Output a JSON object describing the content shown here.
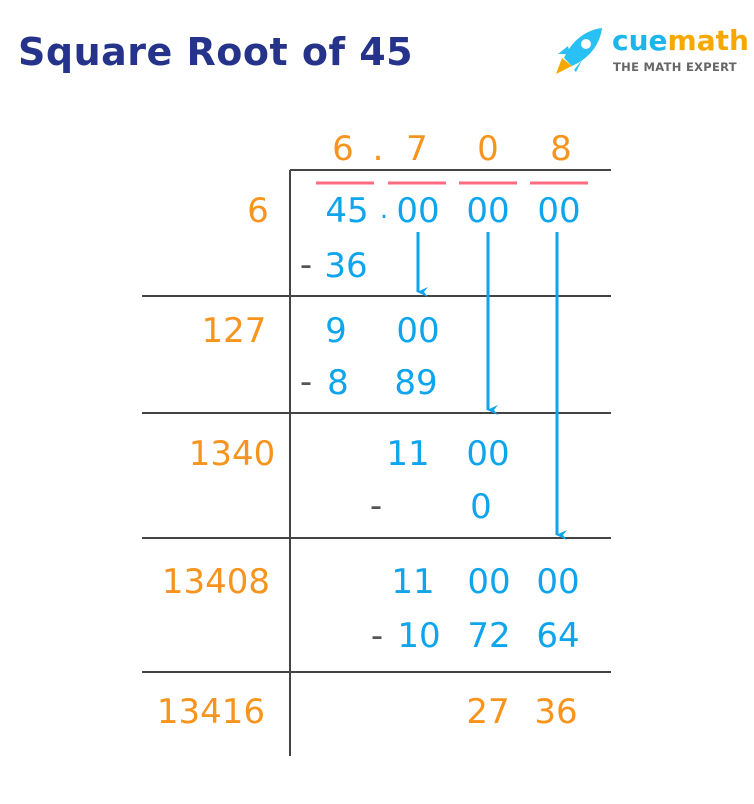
{
  "title": "Square Root of 45",
  "logo": {
    "brand_a": "cue",
    "brand_b": "math",
    "tagline": "THE MATH EXPERT"
  },
  "colors": {
    "title": "#26338a",
    "orange": "#f7941d",
    "blue": "#0ea5ec",
    "pink": "#ff6b81",
    "line": "#444444"
  },
  "quotient": [
    "6",
    ".",
    "7",
    "0",
    "8"
  ],
  "dividend": {
    "whole": "45",
    "dot": ".",
    "pairs": [
      "00",
      "00",
      "00"
    ]
  },
  "divisors": [
    "6",
    "127",
    "1340",
    "13408",
    "13416"
  ],
  "steps": {
    "minus": "-",
    "s1_sub": "36",
    "s2_rem": [
      "9",
      "00"
    ],
    "s2_sub": [
      "8",
      "89"
    ],
    "s3_rem": [
      "11",
      "00"
    ],
    "s3_sub": "0",
    "s4_rem": [
      "11",
      "00",
      "00"
    ],
    "s4_sub": [
      "10",
      "72",
      "64"
    ],
    "remainder": [
      "27",
      "36"
    ]
  }
}
